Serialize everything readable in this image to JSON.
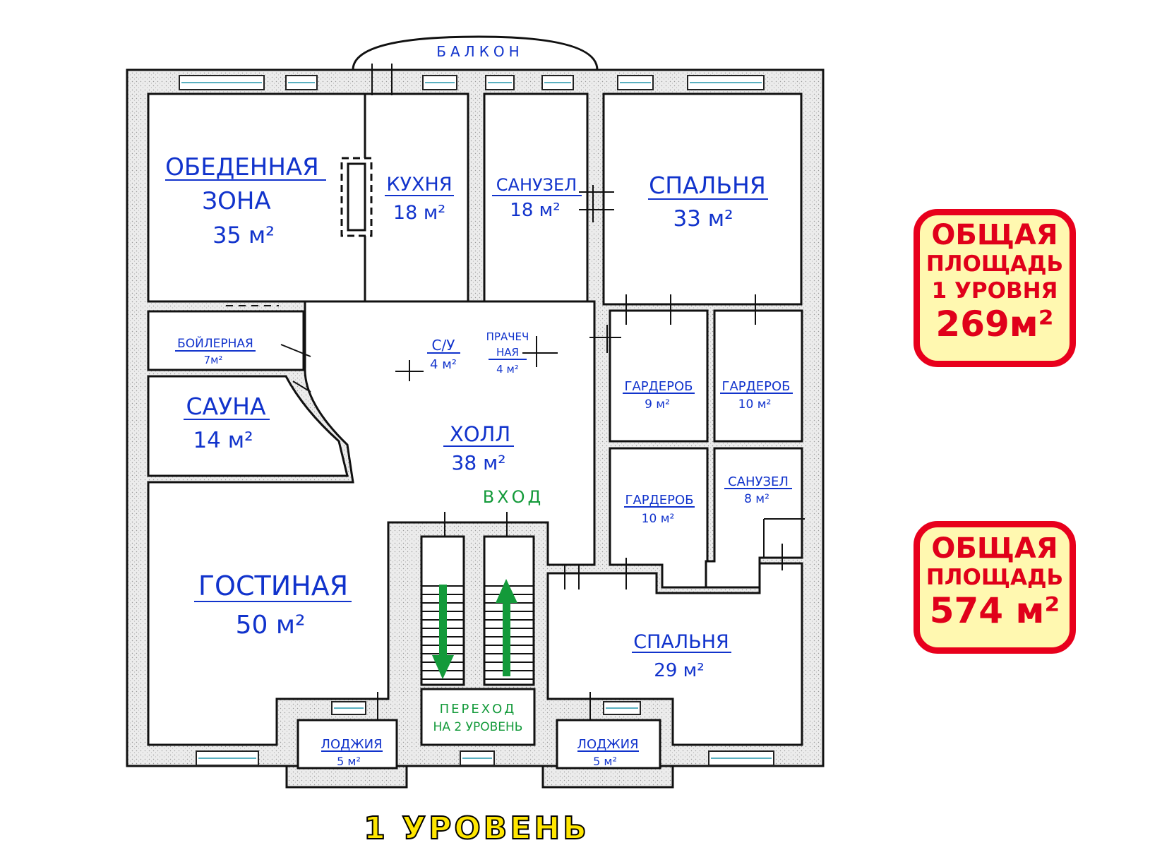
{
  "balcony": "БАЛКОН",
  "entrance": "ВХОД",
  "stairs_transition": [
    "ПЕРЕХОД",
    "НА 2 УРОВЕНЬ"
  ],
  "level_title": "1 УРОВЕНЬ",
  "colors": {
    "label": "#1133cc",
    "green": "#139a3a",
    "alert_red": "#e8001c",
    "alert_fill": "#fff8b0",
    "title_yellow": "#ffe600"
  },
  "rooms": {
    "dining": {
      "name1": "ОБЕДЕННАЯ",
      "name2": "ЗОНА",
      "area": "35 м²"
    },
    "kitchen": {
      "name": "КУХНЯ",
      "area": "18 м²"
    },
    "bath1": {
      "name": "САНУЗЕЛ",
      "area": "18 м²"
    },
    "bedroom1": {
      "name": "СПАЛЬНЯ",
      "area": "33 м²"
    },
    "boiler": {
      "name": "БОЙЛЕРНАЯ",
      "area": "7м²"
    },
    "sauna": {
      "name": "САУНА",
      "area": "14 м²"
    },
    "wc": {
      "name": "С/У",
      "area": "4 м²"
    },
    "laundry": {
      "name1": "ПРАЧЕЧ",
      "name2": "НАЯ",
      "area": "4 м²"
    },
    "hall": {
      "name": "ХОЛЛ",
      "area": "38 м²"
    },
    "wardrobe1": {
      "name": "ГАРДЕРОБ",
      "area": "9 м²"
    },
    "wardrobe2": {
      "name": "ГАРДЕРОБ",
      "area": "10 м²"
    },
    "wardrobe3": {
      "name": "ГАРДЕРОБ",
      "area": "10 м²"
    },
    "bath2": {
      "name": "САНУЗЕЛ",
      "area": "8 м²"
    },
    "living": {
      "name": "ГОСТИНАЯ",
      "area": "50 м²"
    },
    "bedroom2": {
      "name": "СПАЛЬНЯ",
      "area": "29 м²"
    },
    "loggia1": {
      "name": "ЛОДЖИЯ",
      "area": "5 м²"
    },
    "loggia2": {
      "name": "ЛОДЖИЯ",
      "area": "5 м²"
    }
  },
  "area_level": {
    "line1": "ОБЩАЯ",
    "line2": "ПЛОЩАДЬ",
    "line3": "1 УРОВНЯ",
    "value": "269м²"
  },
  "area_total": {
    "line1": "ОБЩАЯ",
    "line2": "ПЛОЩАДЬ",
    "value": "574 м²"
  }
}
